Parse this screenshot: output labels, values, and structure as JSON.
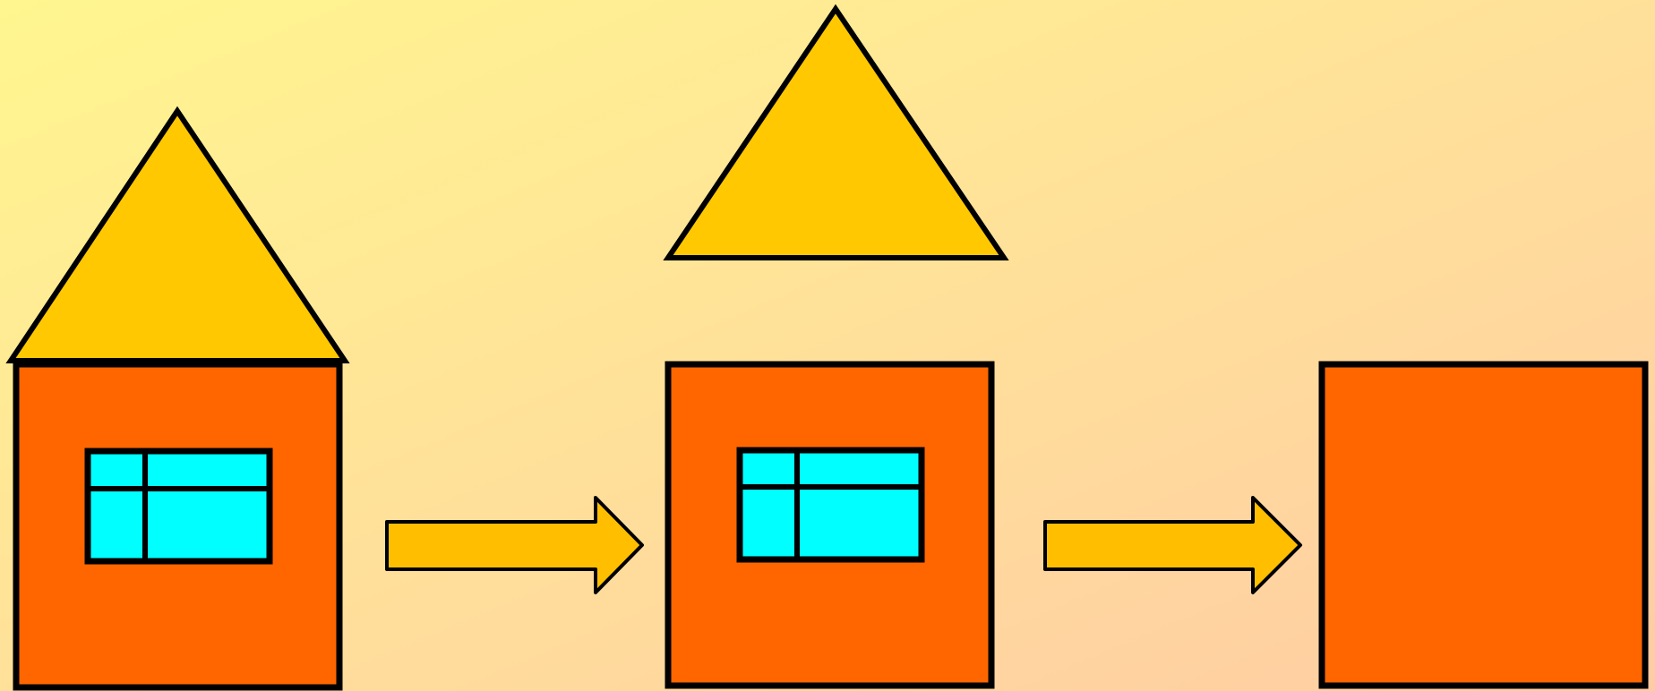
{
  "colors": {
    "background_start": "#FFF68F",
    "background_end": "#FFCBA4",
    "roof": "#FFC800",
    "wall": "#FF6600",
    "window_glass": "#00FFFF",
    "arrow": "#FFBF00",
    "outline": "#000000"
  },
  "diagram": {
    "description_steps": [
      {
        "name": "complete-house",
        "parts": [
          "roof",
          "wall",
          "window"
        ]
      },
      {
        "name": "separated-roof",
        "parts": [
          "roof",
          "wall",
          "window"
        ]
      },
      {
        "name": "bare-wall",
        "parts": [
          "wall"
        ]
      }
    ],
    "arrows": [
      {
        "from": "complete-house",
        "to": "separated-roof",
        "icon": "arrow-right-icon"
      },
      {
        "from": "separated-roof",
        "to": "bare-wall",
        "icon": "arrow-right-icon"
      }
    ]
  }
}
